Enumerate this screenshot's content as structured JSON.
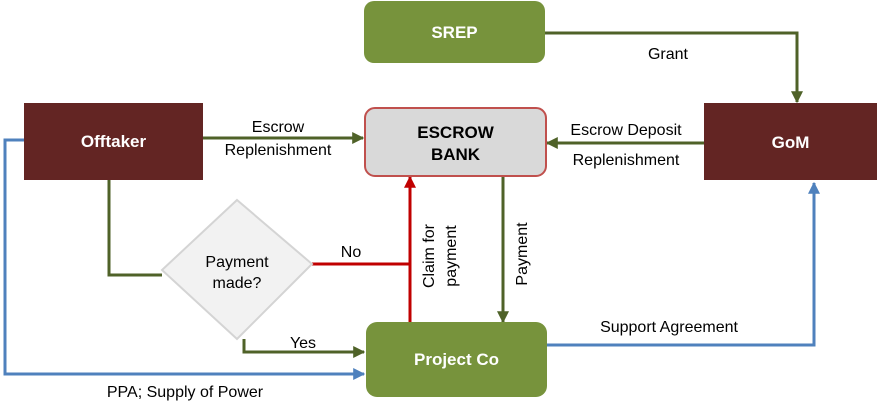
{
  "colors": {
    "green": "#77933c",
    "maroon": "#632523",
    "escrow_fill": "#d9d9d9",
    "escrow_border": "#c0504d",
    "diamond_fill": "#f2f2f2",
    "diamond_border": "#d4d4d4",
    "green_arrow": "#4f6228",
    "red_arrow": "#c00000",
    "blue_arrow": "#4f81bd"
  },
  "nodes": {
    "srep": "SREP",
    "offtaker": "Offtaker",
    "escrow_bank_line1": "ESCROW",
    "escrow_bank_line2": "BANK",
    "gom": "GoM",
    "project_co": "Project Co",
    "decision_line1": "Payment",
    "decision_line2": "made?"
  },
  "edges": {
    "grant": "Grant",
    "escrow_replenishment_line1": "Escrow",
    "escrow_replenishment_line2": "Replenishment",
    "escrow_deposit": "Escrow Deposit",
    "replenishment": "Replenishment",
    "no": "No",
    "yes": "Yes",
    "claim_line1": "Claim for",
    "claim_line2": "payment",
    "payment": "Payment",
    "support_agreement": "Support Agreement",
    "ppa": "PPA; Supply of Power"
  }
}
